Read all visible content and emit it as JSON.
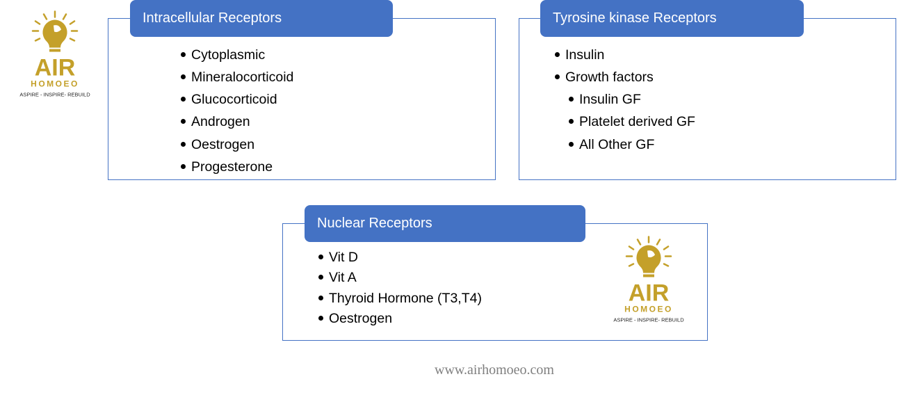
{
  "logo": {
    "name": "AIR",
    "sub": "HOMOEO",
    "tagline": "ASPIRE - INSPIRE- REBUILD",
    "color": "#C4A02A"
  },
  "intracellular": {
    "title": "Intracellular Receptors",
    "items": [
      "Cytoplasmic",
      "Mineralocorticoid",
      "Glucocorticoid",
      "Androgen",
      "Oestrogen",
      "Progesterone"
    ]
  },
  "tyrosine": {
    "title": "Tyrosine kinase Receptors",
    "items": [
      "Insulin",
      "Growth factors"
    ],
    "subitems": [
      "Insulin GF",
      "Platelet derived GF",
      "All Other GF"
    ]
  },
  "nuclear": {
    "title": "Nuclear Receptors",
    "items": [
      "Vit D",
      "Vit A",
      "Thyroid Hormone (T3,T4)",
      "Oestrogen"
    ]
  },
  "footer": "www.airhomoeo.com",
  "colors": {
    "accent": "#4472C4"
  }
}
